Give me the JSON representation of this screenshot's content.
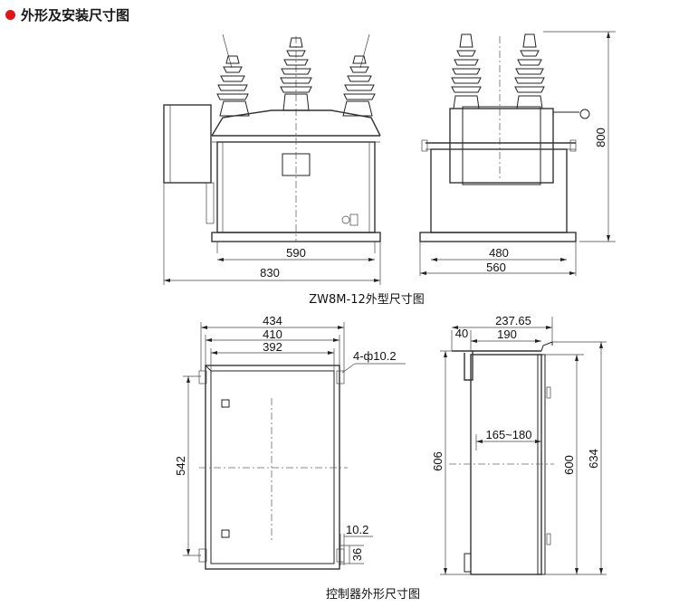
{
  "header": {
    "title": "外形及安装尺寸图"
  },
  "colors": {
    "bullet": "#e1141a",
    "line": "#222222"
  },
  "breaker_front": {
    "dim_inner": "590",
    "dim_outer": "830",
    "caption": "ZW8M-12外型尺寸图"
  },
  "breaker_side": {
    "dim_inner": "480",
    "dim_outer": "560",
    "dim_height": "800"
  },
  "controller_front": {
    "dim_434": "434",
    "dim_410": "410",
    "dim_392": "392",
    "hole_label": "4-ф10.2",
    "dim_542": "542",
    "dim_10_2": "10.2",
    "dim_36": "36"
  },
  "controller_side": {
    "dim_40": "40",
    "dim_237_65": "237.65",
    "dim_190": "190",
    "dim_165_180": "165~180",
    "dim_606": "606",
    "dim_600": "600",
    "dim_634": "634",
    "caption": "控制器外形尺寸图"
  }
}
